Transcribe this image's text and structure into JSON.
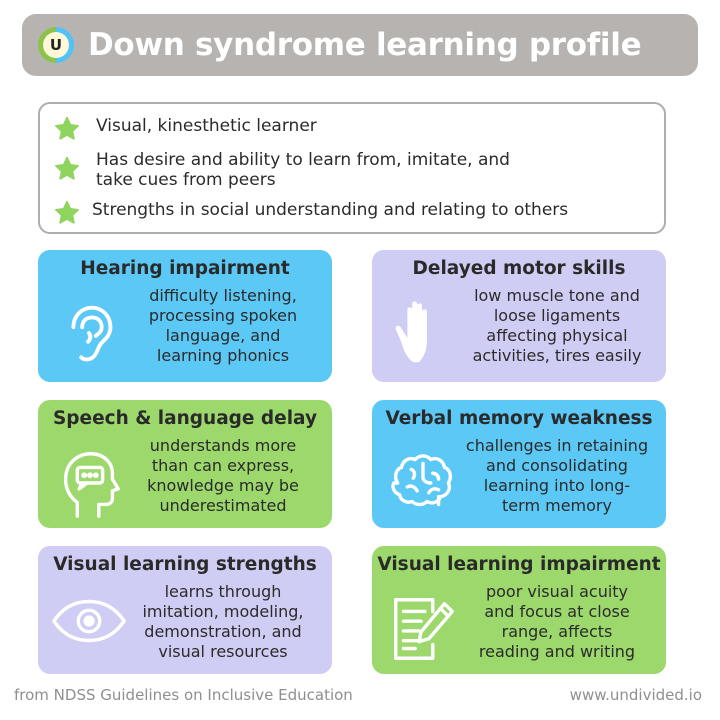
{
  "header": {
    "logo_letter": "U",
    "title": "Down syndrome learning profile"
  },
  "learner_profile": [
    {
      "icon": "star-icon",
      "text": "Visual, kinesthetic learner"
    },
    {
      "icon": "star-icon",
      "text_line1": "Has desire and ability to learn from, imitate, and",
      "text_line2": "take cues from peers"
    },
    {
      "icon": "star-icon",
      "text": "Strengths in social understanding and relating to others"
    }
  ],
  "cards": [
    {
      "title": "Hearing impairment",
      "icon": "ear-icon",
      "lines": [
        "difficulty listening,",
        "processing spoken",
        "language, and",
        "learning phonics"
      ]
    },
    {
      "title": "Delayed motor skills",
      "icon": "hand-icon",
      "lines": [
        "low muscle tone and",
        "loose ligaments",
        "affecting physical",
        "activities, tires easily"
      ]
    },
    {
      "title": "Speech & language delay",
      "icon": "head-speech-icon",
      "lines": [
        "understands more",
        "than can express,",
        "knowledge may be",
        "underestimated"
      ]
    },
    {
      "title": "Verbal memory weakness",
      "icon": "brain-icon",
      "lines": [
        "challenges in retaining",
        "and consolidating",
        "learning into long-",
        "term memory"
      ]
    },
    {
      "title": "Visual learning strengths",
      "icon": "eye-icon",
      "lines": [
        "learns through",
        "imitation, modeling,",
        "demonstration, and",
        "visual resources"
      ]
    },
    {
      "title": "Visual learning impairment",
      "icon": "document-pen-icon",
      "lines": [
        "poor visual acuity",
        "and focus at close",
        "range, affects",
        "reading and writing"
      ]
    }
  ],
  "footer": {
    "source": "from NDSS Guidelines on Inclusive Education",
    "website": "www.undivided.io"
  },
  "colors": {
    "title_bar": "#b6b3b1",
    "star": "#8fd45f",
    "card_blue": "#5bc8f5",
    "card_purple": "#cfcdf3",
    "card_green": "#9cd86c"
  }
}
